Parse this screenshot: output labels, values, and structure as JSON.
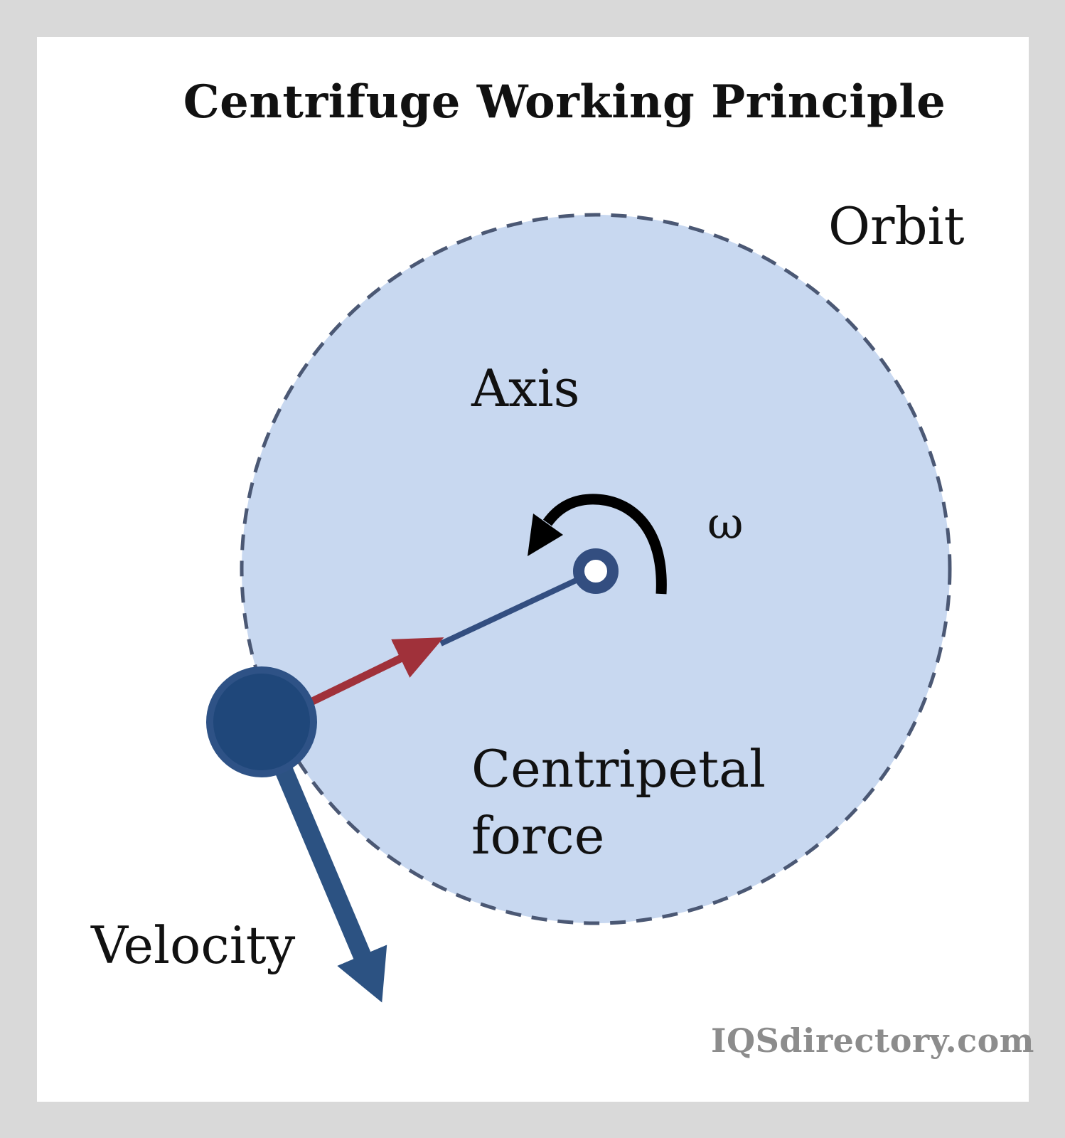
{
  "title": "Centrifuge Working Principle",
  "labels": {
    "orbit": "Orbit",
    "axis": "Axis",
    "omega": "ω",
    "centripetal_force": "Centripetal force",
    "velocity": "Velocity"
  },
  "watermark": "IQSdirectory.com",
  "colors": {
    "frame": "#d9d9d9",
    "panel": "#ffffff",
    "orbit_fill": "#c8d8f0",
    "orbit_stroke": "#4b5874",
    "arm": "#334e80",
    "mass": "#1f477a",
    "mass_rim": "#2e5286",
    "centripetal_arrow": "#a0313a",
    "velocity_arrow": "#2c5282",
    "rotation_arrow": "#000000"
  }
}
